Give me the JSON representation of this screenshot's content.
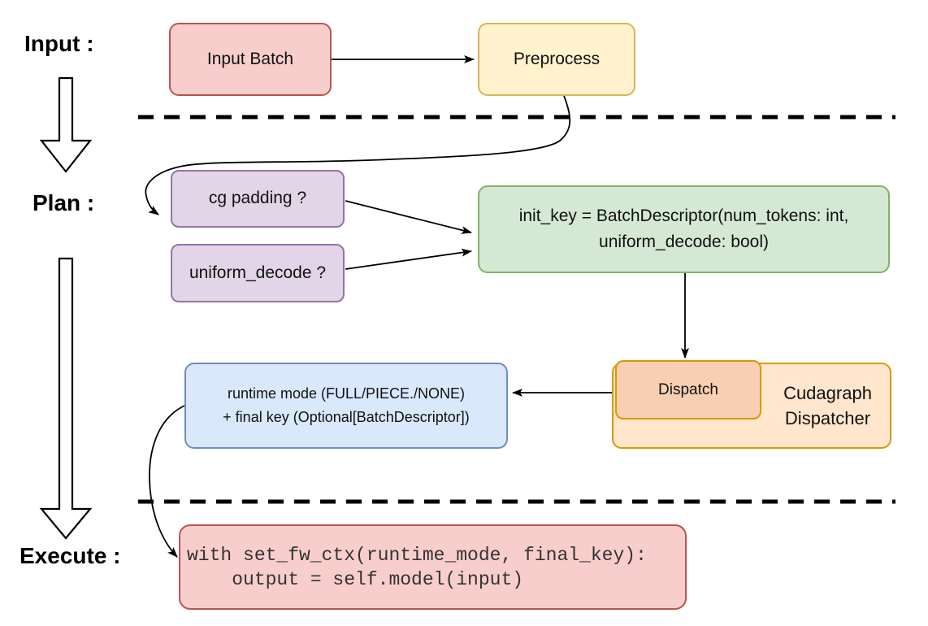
{
  "palette": {
    "red_fill": "#f8cecc",
    "red_stroke": "#b85450",
    "yellow_fill": "#fff2cc",
    "yellow_stroke": "#d6b656",
    "purple_fill": "#e1d5e7",
    "purple_stroke": "#9673a6",
    "green_fill": "#d5e8d4",
    "green_stroke": "#82b366",
    "blue_fill": "#dae8fc",
    "blue_stroke": "#6c8ebf",
    "orange_fill": "#ffe6cc",
    "orange_inner_fill": "#f9cfb3",
    "orange_stroke": "#d79b00",
    "line_color": "#000000"
  },
  "stages": {
    "input": {
      "label": "Input :"
    },
    "plan": {
      "label": "Plan :"
    },
    "execute": {
      "label": "Execute :"
    }
  },
  "nodes": {
    "input_batch": {
      "label": "Input Batch"
    },
    "preprocess": {
      "label": "Preprocess"
    },
    "cg_padding": {
      "label": "cg padding ?"
    },
    "uniform_decode": {
      "label": "uniform_decode ?"
    },
    "init_key": {
      "line1": "init_key = BatchDescriptor(num_tokens: int,",
      "line2": "uniform_decode: bool)"
    },
    "runtime_mode": {
      "line1": "runtime mode (FULL/PIECE./NONE)",
      "line2": "+ final key (Optional[BatchDescriptor])"
    },
    "dispatch": {
      "label": "Dispatch"
    },
    "cudagraph_dispatcher": {
      "line1": "Cudagraph",
      "line2": "Dispatcher"
    },
    "execute_code": {
      "line1": "with set_fw_ctx(runtime_mode, final_key):",
      "line2": "    output = self.model(input)"
    }
  }
}
